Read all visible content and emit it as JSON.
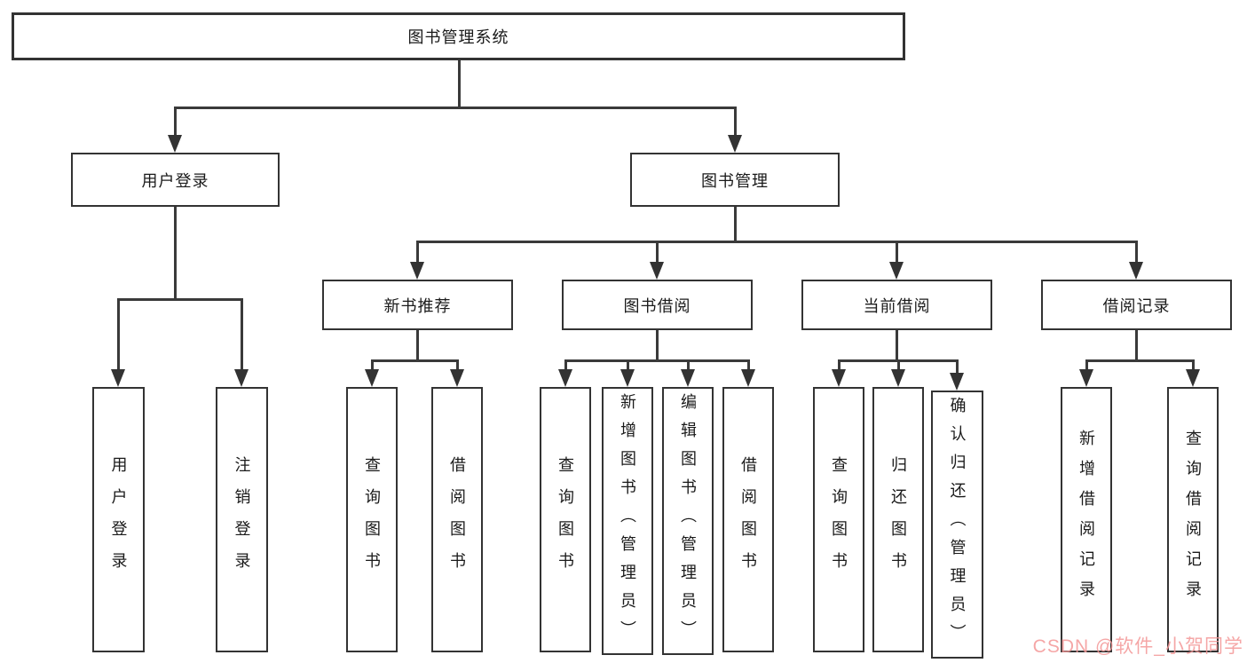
{
  "tree": {
    "root": {
      "label": "图书管理系统",
      "children": [
        {
          "label": "用户登录",
          "children": [
            {
              "label": "用户登录"
            },
            {
              "label": "注销登录"
            }
          ]
        },
        {
          "label": "图书管理",
          "children": [
            {
              "label": "新书推荐",
              "children": [
                {
                  "label": "查询图书"
                },
                {
                  "label": "借阅图书"
                }
              ]
            },
            {
              "label": "图书借阅",
              "children": [
                {
                  "label": "查询图书"
                },
                {
                  "label": "新增图书（管理员）"
                },
                {
                  "label": "编辑图书（管理员）"
                },
                {
                  "label": "借阅图书"
                }
              ]
            },
            {
              "label": "当前借阅",
              "children": [
                {
                  "label": "查询图书"
                },
                {
                  "label": "归还图书"
                },
                {
                  "label": "确认归还（管理员）"
                }
              ]
            },
            {
              "label": "借阅记录",
              "children": [
                {
                  "label": "新增借阅记录"
                },
                {
                  "label": "查询借阅记录"
                }
              ]
            }
          ]
        }
      ]
    }
  },
  "watermark": {
    "text": "CSDN @软件_小贺同学",
    "color": "#f39696"
  },
  "colors": {
    "border": "#333333",
    "line": "#3a3a3a",
    "background": "#ffffff"
  }
}
